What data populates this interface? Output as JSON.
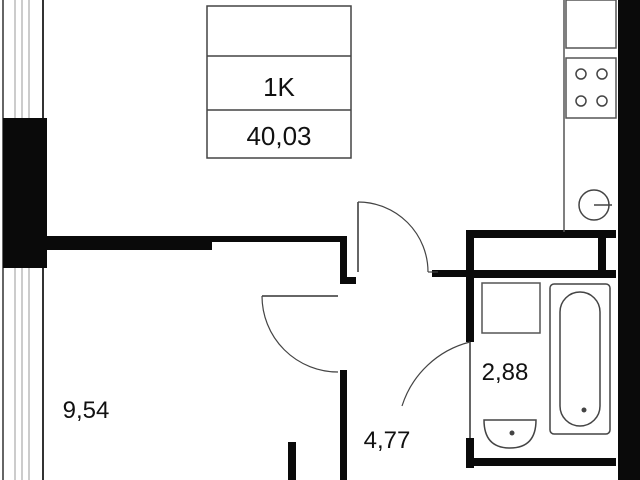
{
  "plan": {
    "badge": {
      "apartment_type": "1K",
      "total_area": "40,03"
    },
    "rooms": {
      "living_room_area": "9,54",
      "hallway_area": "4,77",
      "bathroom_area": "2,88"
    },
    "colors": {
      "wall": "#0a0a0a",
      "line": "#333333",
      "background": "#ffffff"
    }
  }
}
